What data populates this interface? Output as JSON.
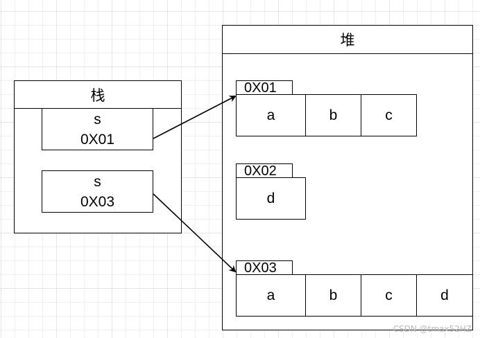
{
  "stack": {
    "title": "栈",
    "vars": [
      {
        "name": "s",
        "address": "0X01"
      },
      {
        "name": "s",
        "address": "0X03"
      }
    ]
  },
  "heap": {
    "title": "堆",
    "objects": [
      {
        "address": "0X01",
        "chars": [
          "a",
          "b",
          "c"
        ]
      },
      {
        "address": "0X02",
        "chars": [
          "d"
        ]
      },
      {
        "address": "0X03",
        "chars": [
          "a",
          "b",
          "c",
          "d"
        ]
      }
    ]
  },
  "watermark": "CSDN @tmax52HZ"
}
